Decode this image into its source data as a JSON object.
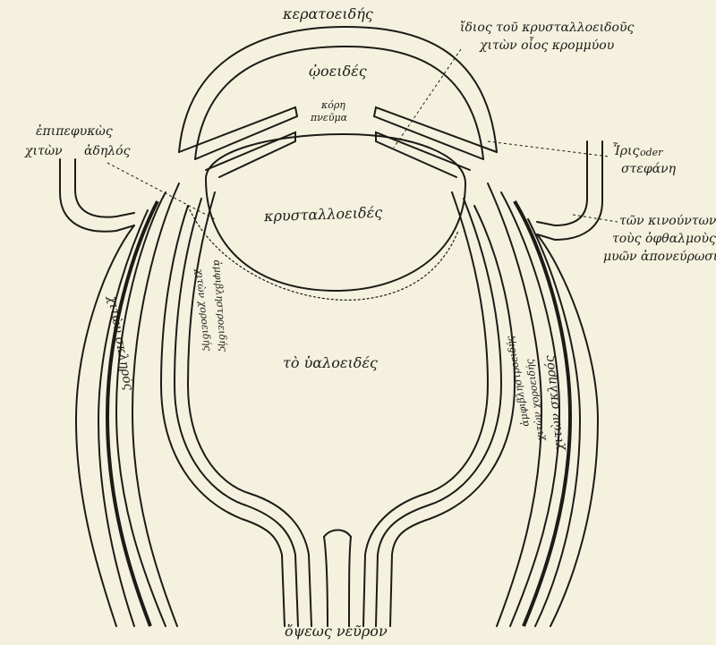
{
  "labels": {
    "cornea": "κερατοειδής",
    "aqueous": "ᾠοειδές",
    "pupil_1": "κόρη",
    "pupil_2": "πνεῦμα",
    "lens_capsule_1": "ἴδιος τοῦ κρυσταλλοειδοῦς",
    "lens_capsule_2": "χιτὼν οἷος κρομμύου",
    "conjunctiva_1": "ἐπιπεφυκὼς",
    "conjunctiva_2": "χιτὼν",
    "conjunctiva_3": "ἀδηλός",
    "iris_1": "Ἶρις",
    "iris_or": "oder",
    "iris_2": "στεφάνη",
    "muscles_1": "τῶν κινούντων",
    "muscles_2": "τοὺς ὀφθαλμοὺς",
    "muscles_3": "μυῶν ἀπονεύρωσις",
    "lens": "κρυσταλλοειδές",
    "vitreous": "τὸ ὑαλοειδές",
    "retina_left": "ἀμφιβληστροειδής",
    "choroid_left": "χιτὼν χοροειδής",
    "sclera_left": "χιτὼν σκληρός",
    "retina_right": "ἀμφιβληστροειδής",
    "choroid_right": "χιτὼν χοροειδής",
    "sclera_right": "χιτὼν σκληρός",
    "optic_nerve": "ὄψεως νεῦρον"
  },
  "colors": {
    "paper": "#f4f1df",
    "ink": "#1d1b16"
  }
}
